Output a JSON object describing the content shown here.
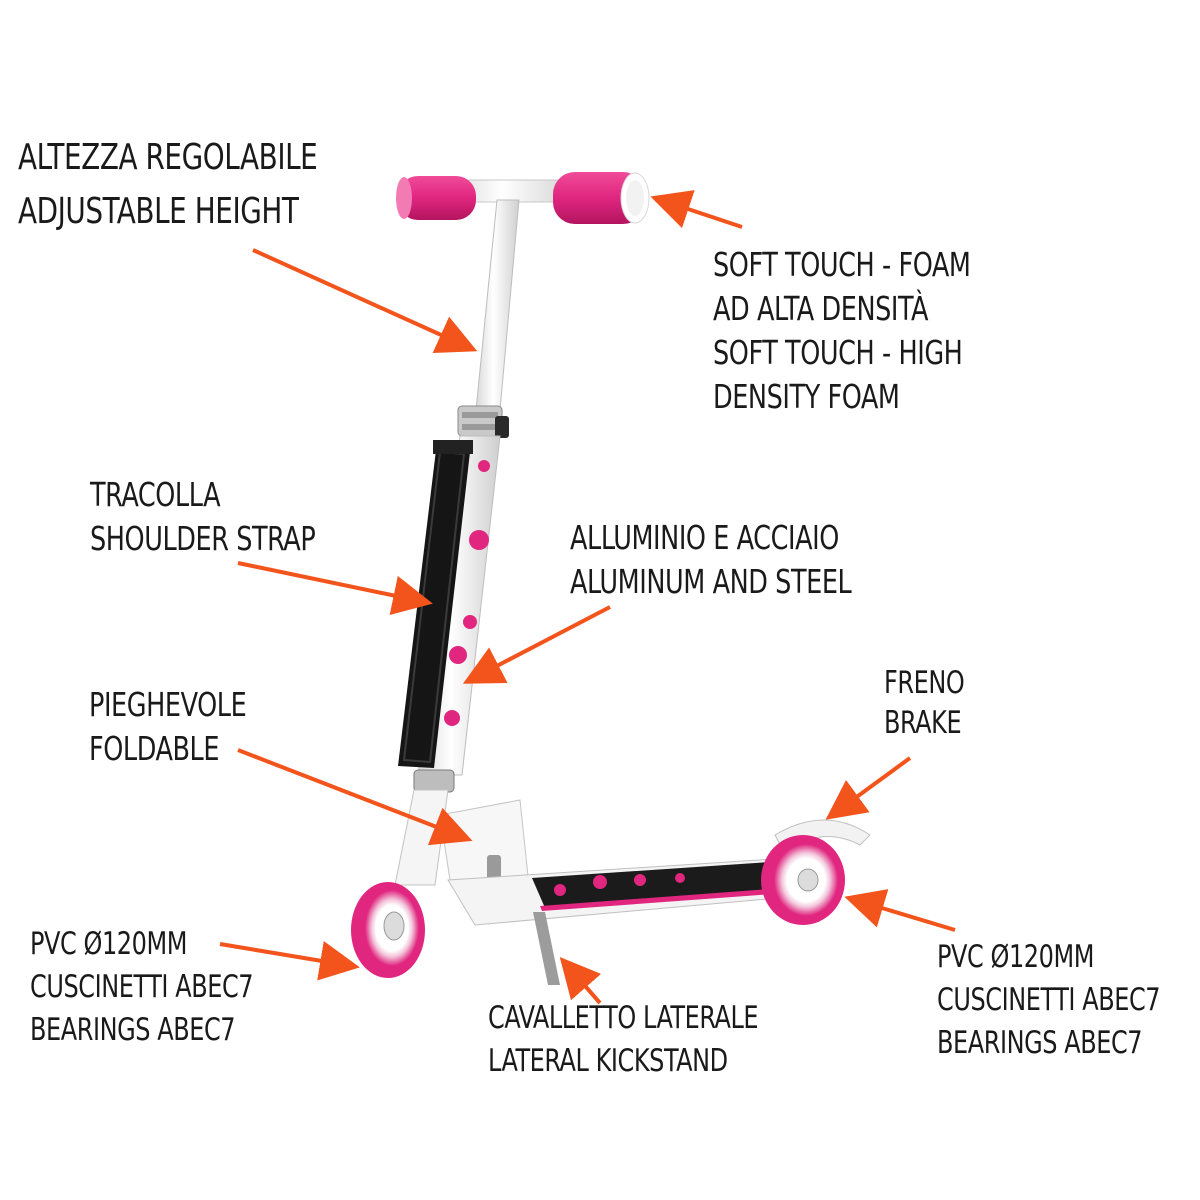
{
  "labels": {
    "height": {
      "it": "ALTEZZA REGOLABILE",
      "en": "ADJUSTABLE HEIGHT"
    },
    "foam": {
      "it1": "SOFT TOUCH - FOAM",
      "it2": "AD ALTA DENSITÀ",
      "en1": "SOFT TOUCH - HIGH",
      "en2": "DENSITY FOAM"
    },
    "strap": {
      "it": "TRACOLLA",
      "en": "SHOULDER STRAP"
    },
    "material": {
      "it": "ALLUMINIO E ACCIAIO",
      "en": "ALUMINUM AND STEEL"
    },
    "foldable": {
      "it": "PIEGHEVOLE",
      "en": "FOLDABLE"
    },
    "brake": {
      "it": "FRENO",
      "en": "BRAKE"
    },
    "front_wheel": {
      "l1": "PVC Ø120MM",
      "l2": "CUSCINETTI ABEC7",
      "l3": "BEARINGS ABEC7"
    },
    "kickstand": {
      "it": "CAVALLETTO LATERALE",
      "en": "LATERAL KICKSTAND"
    },
    "rear_wheel": {
      "l1": "PVC Ø120MM",
      "l2": "CUSCINETTI ABEC7",
      "l3": "BEARINGS ABEC7"
    }
  },
  "colors": {
    "arrow": "#f2541c",
    "grip": "#e0267f",
    "wheel": "#e0267f",
    "frame": "#f6f6f6",
    "strap": "#151515",
    "deck": "#1b1b1b"
  }
}
